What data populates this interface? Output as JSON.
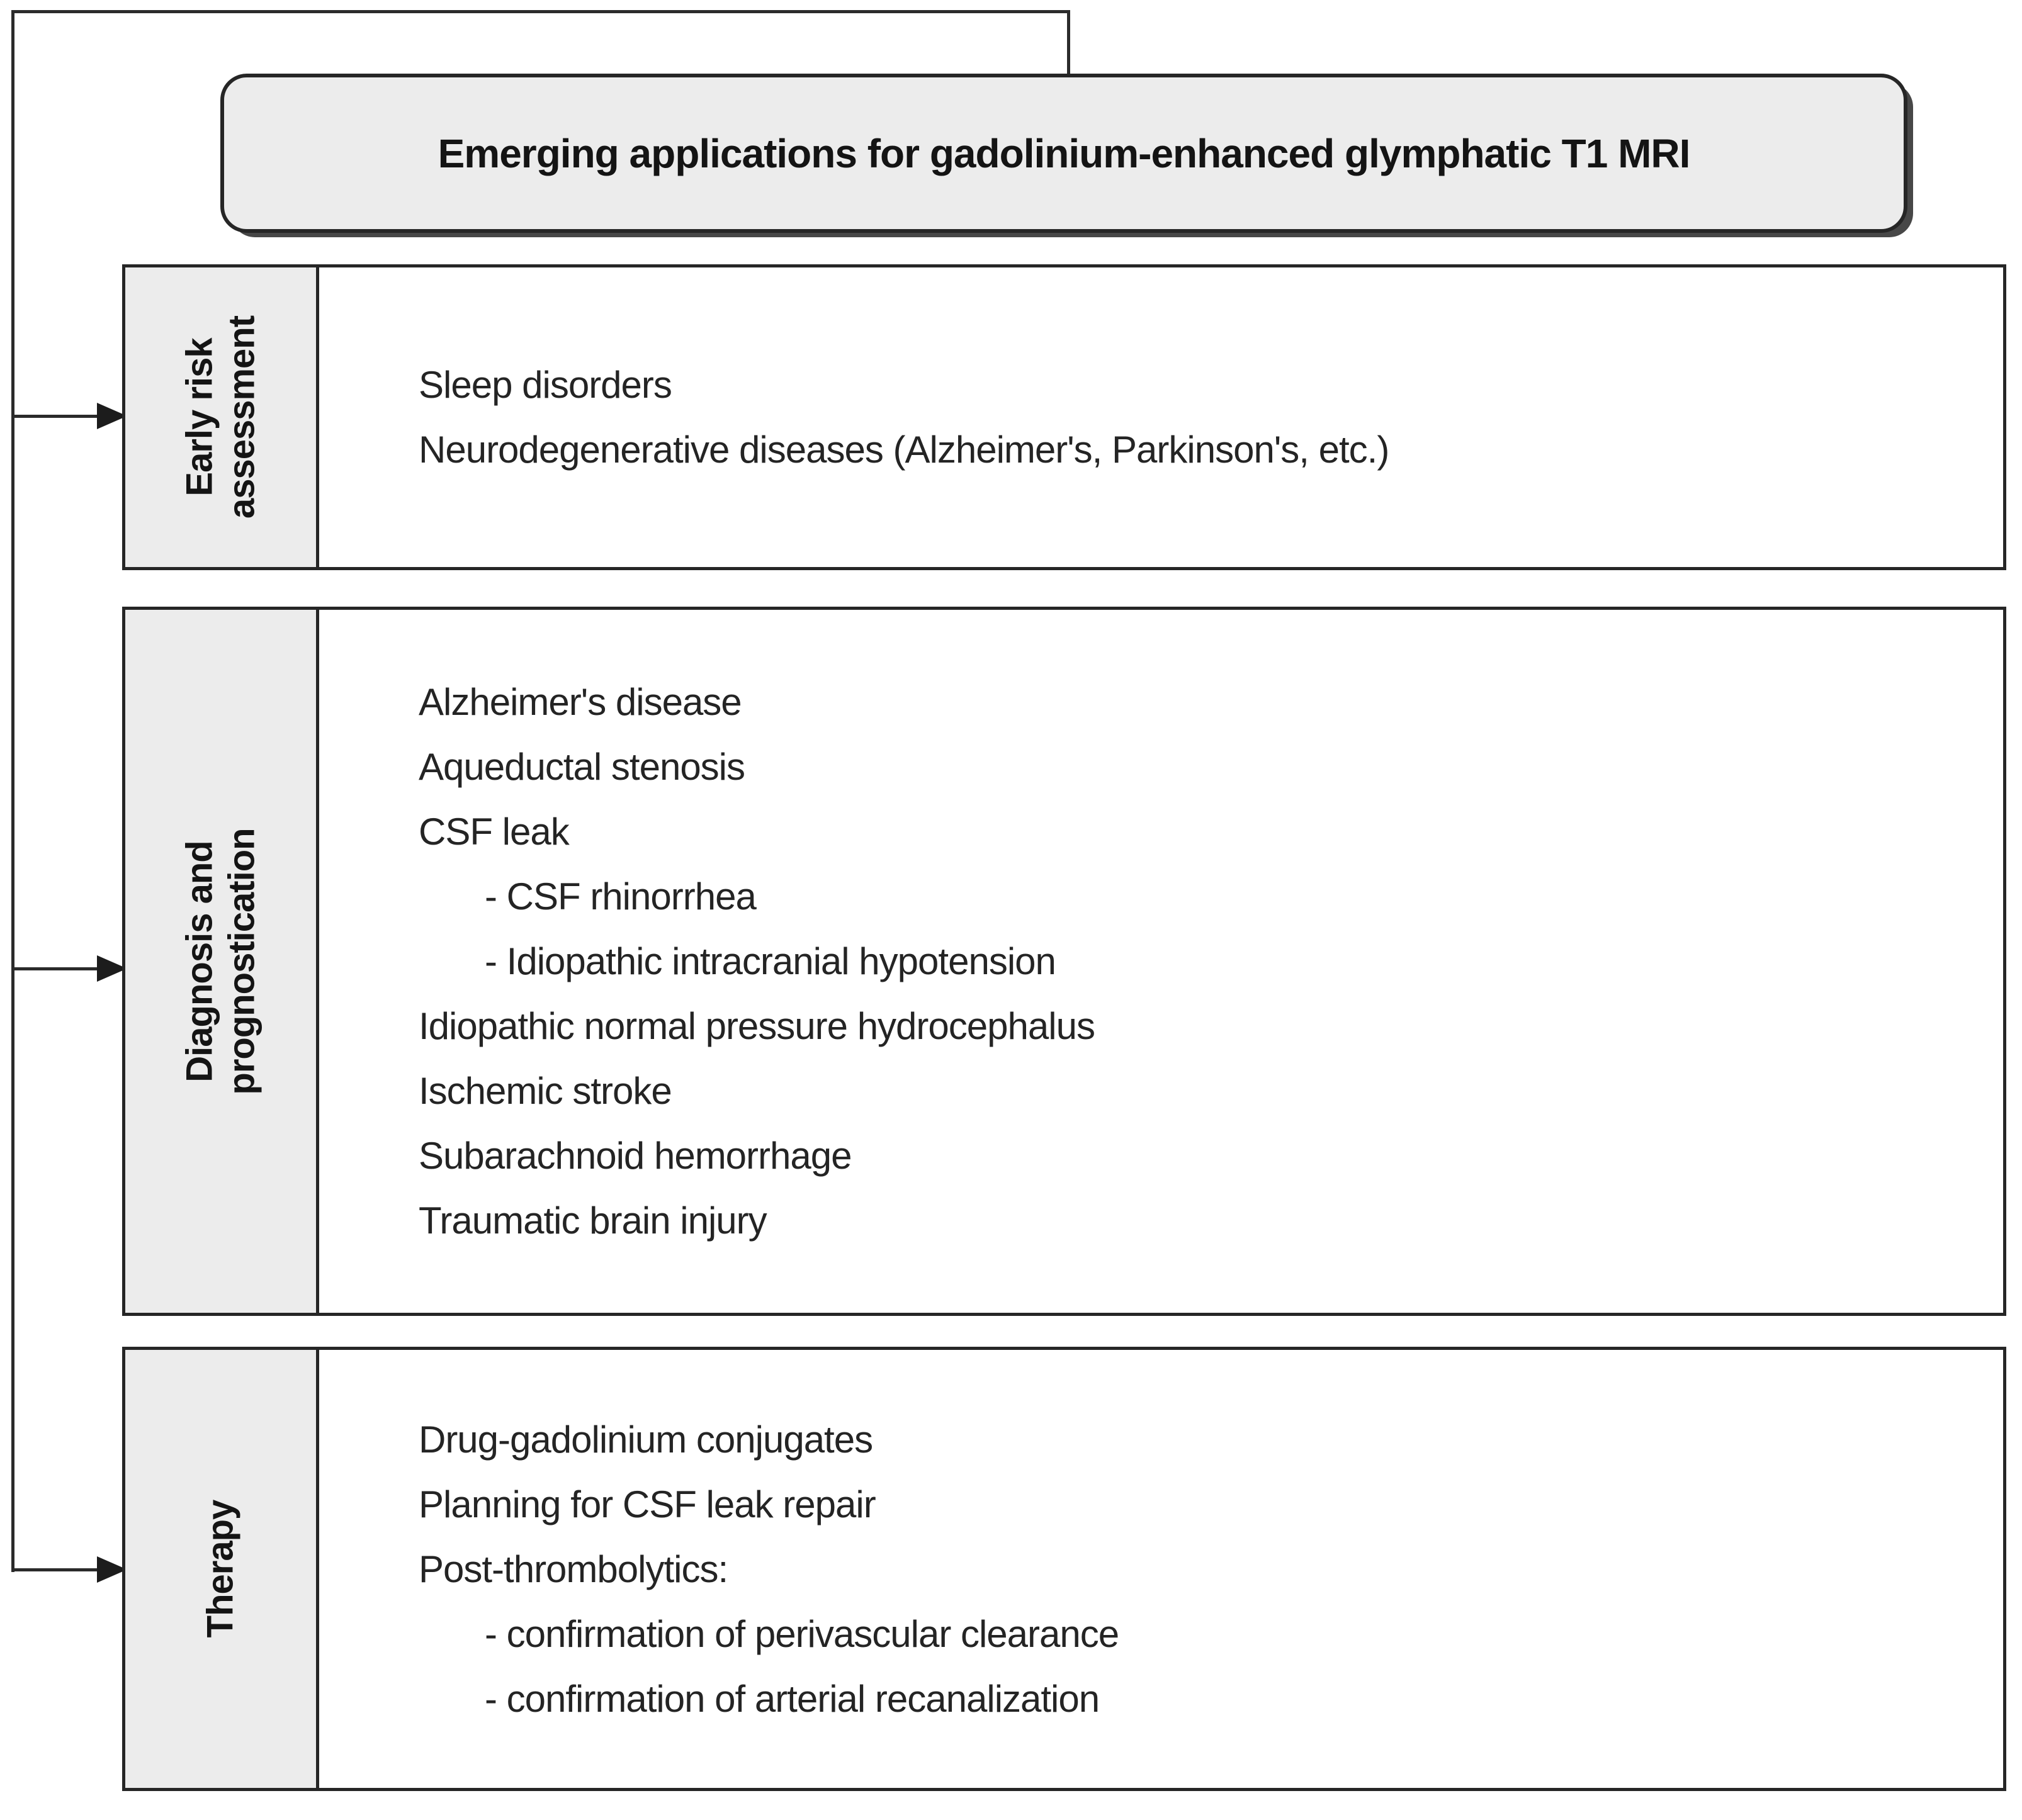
{
  "title": "Emerging applications for gadolinium-enhanced glymphatic T1 MRI",
  "sections": [
    {
      "label": "Early risk\nassessment",
      "items": [
        {
          "text": "Sleep disorders",
          "indent": false
        },
        {
          "text": "Neurodegenerative diseases (Alzheimer's, Parkinson's, etc.)",
          "indent": false
        }
      ]
    },
    {
      "label": "Diagnosis and prognostication",
      "items": [
        {
          "text": "Alzheimer's disease",
          "indent": false
        },
        {
          "text": "Aqueductal stenosis",
          "indent": false
        },
        {
          "text": "CSF leak",
          "indent": false
        },
        {
          "text": "- CSF rhinorrhea",
          "indent": true
        },
        {
          "text": "- Idiopathic intracranial hypotension",
          "indent": true
        },
        {
          "text": "Idiopathic normal pressure hydrocephalus",
          "indent": false
        },
        {
          "text": "Ischemic stroke",
          "indent": false
        },
        {
          "text": "Subarachnoid hemorrhage",
          "indent": false
        },
        {
          "text": "Traumatic brain injury",
          "indent": false
        }
      ]
    },
    {
      "label": "Therapy",
      "items": [
        {
          "text": "Drug-gadolinium conjugates",
          "indent": false
        },
        {
          "text": "Planning for CSF leak repair",
          "indent": false
        },
        {
          "text": "Post-thrombolytics:",
          "indent": false
        },
        {
          "text": "- confirmation of perivascular clearance",
          "indent": true
        },
        {
          "text": "- confirmation of arterial recanalization",
          "indent": true
        }
      ]
    }
  ],
  "colors": {
    "background": "#ffffff",
    "box_fill": "#ececec",
    "border": "#262626",
    "connector": "#2b2b2b",
    "text": "#1f1f1f"
  }
}
